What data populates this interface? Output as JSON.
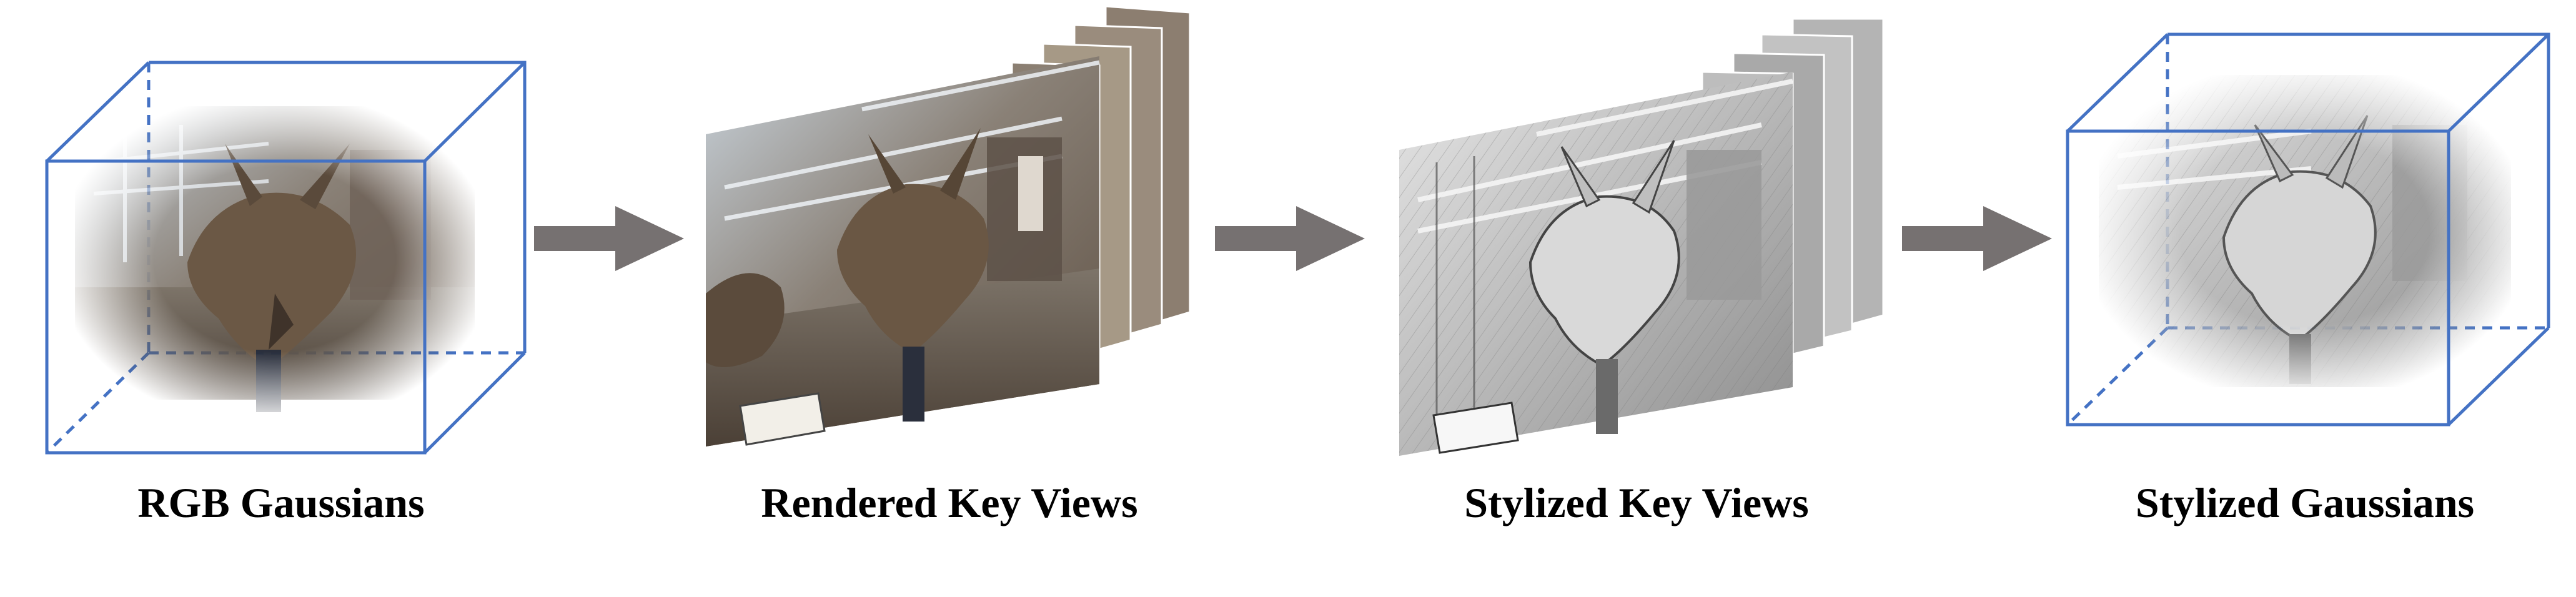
{
  "stages": [
    {
      "label": "RGB Gaussians"
    },
    {
      "label": "Rendered Key Views"
    },
    {
      "label": "Stylized Key Views"
    },
    {
      "label": "Stylized Gaussians"
    }
  ],
  "colors": {
    "cube_edge": "#4472C4",
    "arrow": "#767171",
    "caption": "#000000"
  }
}
